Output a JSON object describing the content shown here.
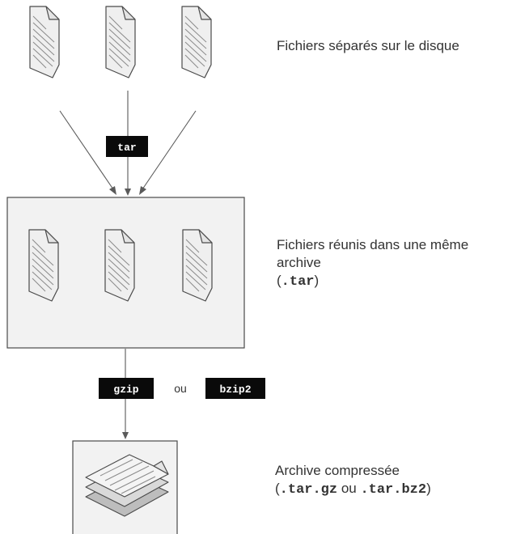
{
  "labels": {
    "separate_files": "Fichiers séparés sur le disque",
    "combined_archive_line1": "Fichiers réunis dans une même",
    "combined_archive_line2": "archive",
    "combined_archive_ext_open": "(",
    "combined_archive_ext": ".tar",
    "combined_archive_ext_close": ")",
    "compressed_archive": "Archive compressée",
    "compressed_ext_open": "(",
    "compressed_ext_gz": ".tar.gz",
    "compressed_ext_or": " ou ",
    "compressed_ext_bz2": ".tar.bz2",
    "compressed_ext_close": ")"
  },
  "commands": {
    "tar": "tar",
    "gzip": "gzip",
    "or": "ou",
    "bzip2": "bzip2"
  },
  "colors": {
    "command_background": "#0a0a0a",
    "command_text": "#ffffff",
    "panel_fill": "#f2f2f2",
    "document_fill": "#efefef",
    "stroke": "#4a4a4a"
  },
  "icons": {
    "file": "document-page-icon",
    "compressed": "stacked-pages-icon"
  }
}
